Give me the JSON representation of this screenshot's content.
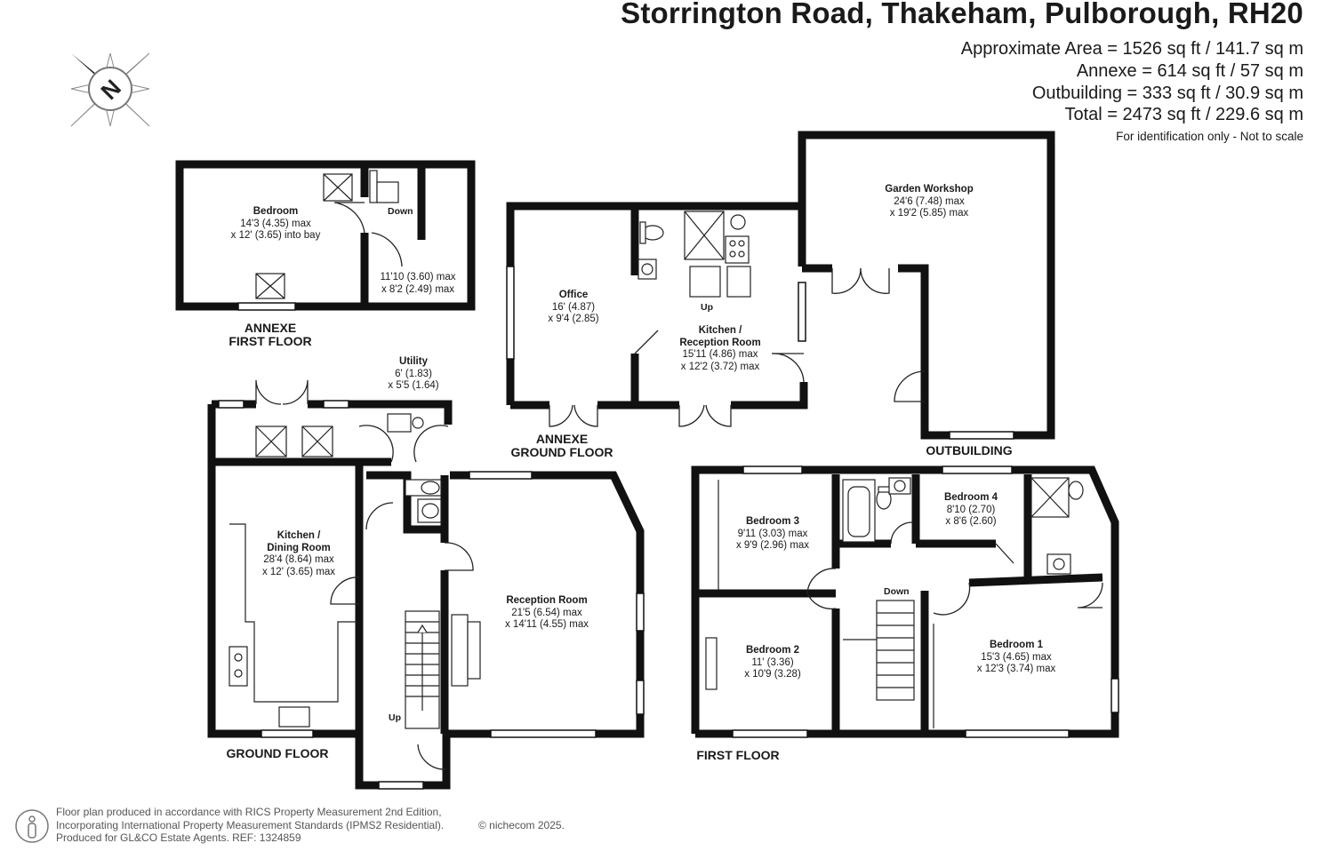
{
  "header": {
    "title": "Storrington Road, Thakeham, Pulborough, RH20",
    "approx_area": "Approximate Area = 1526 sq ft / 141.7 sq m",
    "annexe_area": "Annexe = 614 sq ft / 57 sq m",
    "outbuilding_area": "Outbuilding = 333 sq ft / 30.9 sq m",
    "total_area": "Total = 2473 sq ft / 229.6 sq m",
    "disclaimer": "For identification only - Not to scale"
  },
  "compass": {
    "letter": "N"
  },
  "floors": {
    "annexe_first": [
      "ANNEXE",
      "FIRST FLOOR"
    ],
    "annexe_ground": [
      "ANNEXE",
      "GROUND FLOOR"
    ],
    "outbuilding": "OUTBUILDING",
    "ground": "GROUND FLOOR",
    "first": "FIRST FLOOR"
  },
  "rooms": {
    "annexe_bedroom": {
      "name": "Bedroom",
      "dims": [
        "14'3 (4.35) max",
        "x 12' (3.65) into bay"
      ]
    },
    "annexe_landing": {
      "dims": [
        "11'10 (3.60) max",
        "x 8'2 (2.49) max"
      ]
    },
    "office": {
      "name": "Office",
      "dims": [
        "16' (4.87)",
        "x 9'4 (2.85)"
      ]
    },
    "annexe_kitchen": {
      "name": "Kitchen /",
      "name2": "Reception Room",
      "dims": [
        "15'11 (4.86) max",
        "x 12'2 (3.72) max"
      ]
    },
    "workshop": {
      "name": "Garden Workshop",
      "dims": [
        "24'6 (7.48) max",
        "x 19'2 (5.85) max"
      ]
    },
    "utility": {
      "name": "Utility",
      "dims": [
        "6' (1.83)",
        "x 5'5 (1.64)"
      ]
    },
    "kitchen_dining": {
      "name": "Kitchen /",
      "name2": "Dining Room",
      "dims": [
        "28'4 (8.64) max",
        "x 12' (3.65) max"
      ]
    },
    "reception": {
      "name": "Reception Room",
      "dims": [
        "21'5 (6.54) max",
        "x 14'11 (4.55) max"
      ]
    },
    "bedroom3": {
      "name": "Bedroom 3",
      "dims": [
        "9'11 (3.03) max",
        "x 9'9 (2.96) max"
      ]
    },
    "bedroom4": {
      "name": "Bedroom 4",
      "dims": [
        "8'10 (2.70)",
        "x 8'6 (2.60)"
      ]
    },
    "bedroom2": {
      "name": "Bedroom 2",
      "dims": [
        "11' (3.36)",
        "x 10'9 (3.28)"
      ]
    },
    "bedroom1": {
      "name": "Bedroom 1",
      "dims": [
        "15'3 (4.65) max",
        "x 12'3 (3.74) max"
      ]
    }
  },
  "stairs": {
    "down_annexe": "Down",
    "up_annexe": "Up",
    "up_ground": "Up",
    "down_first": "Down"
  },
  "footer": {
    "lines": [
      "Floor plan produced in accordance with RICS Property Measurement 2nd Edition,",
      "Incorporating International Property Measurement Standards (IPMS2 Residential).",
      "Produced for GL&CO Estate Agents.   REF:  1324859"
    ],
    "copyright": "© nichecom 2025."
  }
}
